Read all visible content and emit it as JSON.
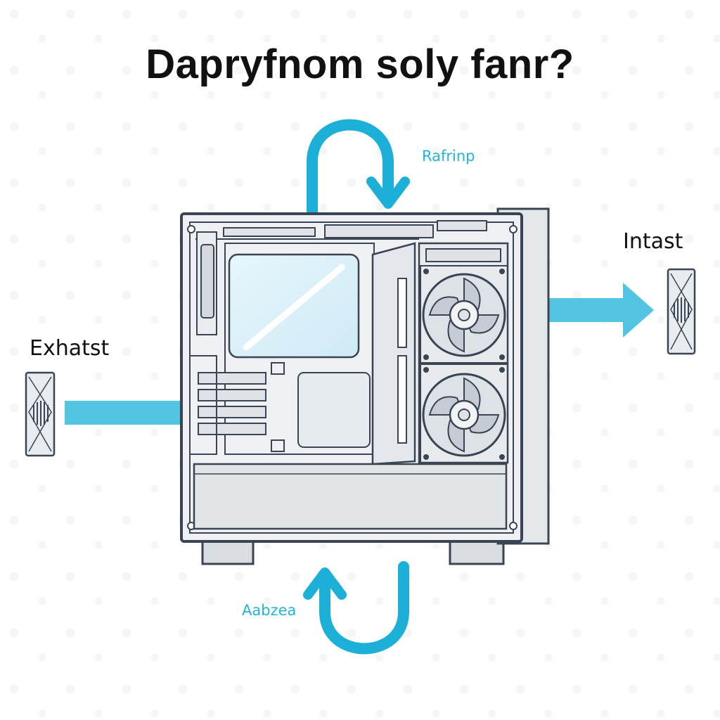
{
  "title": "Dapryfnom soly fanr?",
  "labels": {
    "exhaust": "Exhatst",
    "intake": "Intast",
    "top_flow": "Rafrinp",
    "bottom_flow": "Aabzea"
  },
  "colors": {
    "airflow": "#52c3e3",
    "airflow_dark": "#1cb0d8",
    "case_outline": "#3b4452",
    "case_fill": "#eef0f3",
    "glass": "#d8eff8"
  },
  "icons": [
    "exhaust-fan-icon",
    "intake-fan-icon",
    "case-fan-icon"
  ]
}
